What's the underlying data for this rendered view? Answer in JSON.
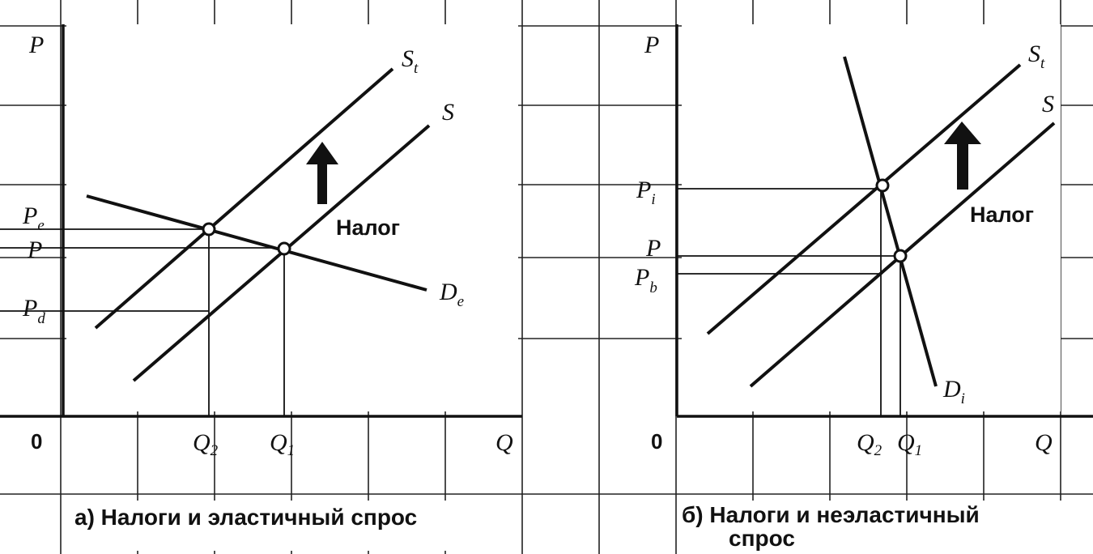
{
  "panel_a": {
    "y_axis_label": "P",
    "x_axis_label": "Q",
    "origin_label": "0",
    "curve_st": {
      "main": "S",
      "sub": "t"
    },
    "curve_s": {
      "main": "S",
      "sub": ""
    },
    "curve_d": {
      "main": "D",
      "sub": "e"
    },
    "price_labels": [
      {
        "main": "P",
        "sub": "e"
      },
      {
        "main": "P",
        "sub": ""
      },
      {
        "main": "P",
        "sub": "d"
      }
    ],
    "qty_labels": [
      {
        "main": "Q",
        "sub": "2"
      },
      {
        "main": "Q",
        "sub": "1"
      }
    ],
    "tax_label": "Налог",
    "caption": "а)  Налоги и эластичный спрос"
  },
  "panel_b": {
    "y_axis_label": "P",
    "x_axis_label": "Q",
    "origin_label": "0",
    "curve_st": {
      "main": "S",
      "sub": "t"
    },
    "curve_s": {
      "main": "S",
      "sub": ""
    },
    "curve_d": {
      "main": "D",
      "sub": "i"
    },
    "price_labels": [
      {
        "main": "P",
        "sub": "i"
      },
      {
        "main": "P",
        "sub": ""
      },
      {
        "main": "P",
        "sub": "b"
      }
    ],
    "qty_labels": [
      {
        "main": "Q",
        "sub": "2"
      },
      {
        "main": "Q",
        "sub": "1"
      }
    ],
    "tax_label": "Налог",
    "caption_line1": "б)  Налоги и неэластичный",
    "caption_line2": "спрос"
  },
  "colors": {
    "ink": "#111111",
    "grid": "#222222",
    "background": "#ffffff"
  }
}
